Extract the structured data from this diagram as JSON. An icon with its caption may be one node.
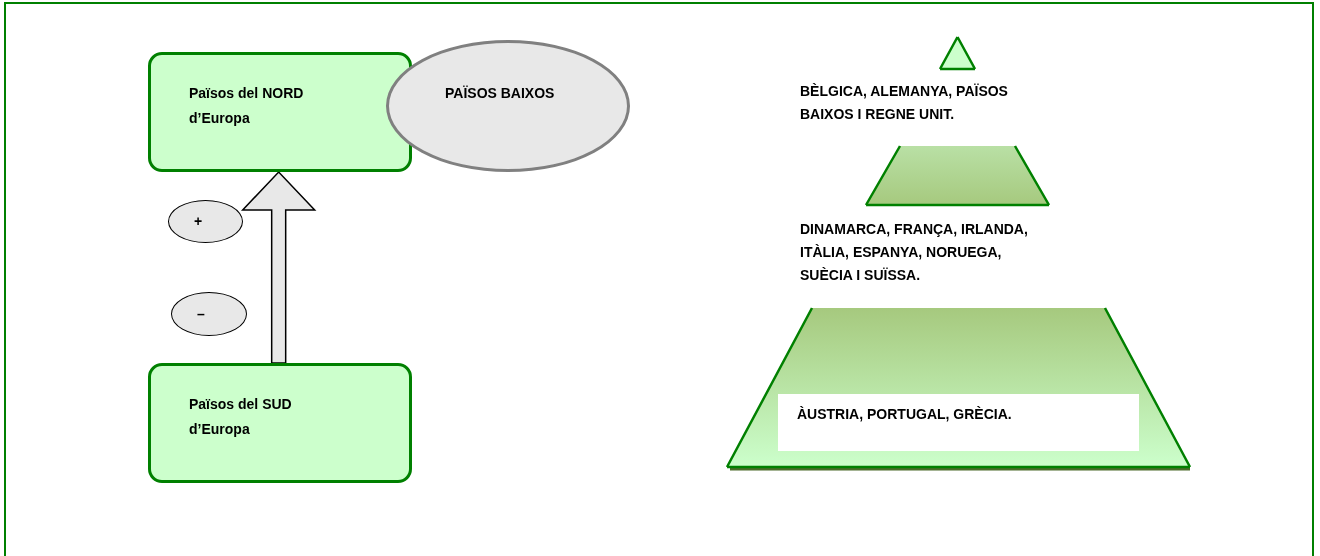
{
  "diagram": {
    "nodes": [
      {
        "text": [
          "Països del NORD d’Europa"
        ]
      },
      {
        "text": [
          "PAÏSOS BAIXOS"
        ]
      },
      {
        "text": [
          "+"
        ]
      },
      {
        "text": [
          "–"
        ]
      },
      {
        "text": [
          "Països del SUD d’Europa"
        ]
      },
      {
        "text": [],
        "shape": "triangle"
      },
      {
        "text": [],
        "shape": "trapezoid"
      },
      {
        "text": [],
        "shape": "trapezoid"
      },
      {
        "text": [
          "ÀUSTRIA, PORTUGAL, GRÈCIA."
        ],
        "in": 7
      }
    ],
    "edges": [
      {
        "from": 4,
        "to": 0,
        "arrow": "to",
        "style": "thick"
      }
    ],
    "labels": [
      "BÈLGICA, ALEMANYA, PAÏSOS BAIXOS I REGNE UNIT.",
      "DINAMARCA, FRANÇA, IRLANDA, ITÀLIA, ESPANYA, NORUEGA, SUÈCIA I SUÏSSA."
    ]
  }
}
